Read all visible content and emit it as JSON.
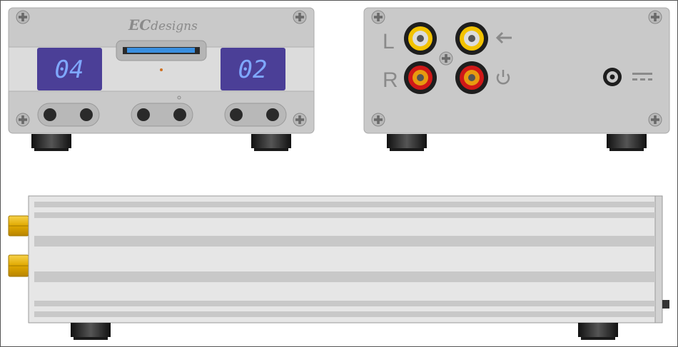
{
  "brand": {
    "logo_main": "EC",
    "logo_sub": "designs"
  },
  "front_panel": {
    "left_display": "04",
    "right_display": "02"
  },
  "rear_panel": {
    "left_channel_label": "L",
    "right_channel_label": "R",
    "input_icon": "arrow-left-icon",
    "power_icon": "power-icon",
    "dc_icon": "dc-power-icon"
  },
  "colors": {
    "panel": "#c8c8c8",
    "panel_band": "#dcdcdc",
    "display_bg": "#4b3f97",
    "display_digit": "#7fa8ff",
    "card_slot": "#3a8fe0",
    "rca_left_ring": "#f2c200",
    "rca_right_ring": "#d01818",
    "foot": "#2a2a2a"
  }
}
